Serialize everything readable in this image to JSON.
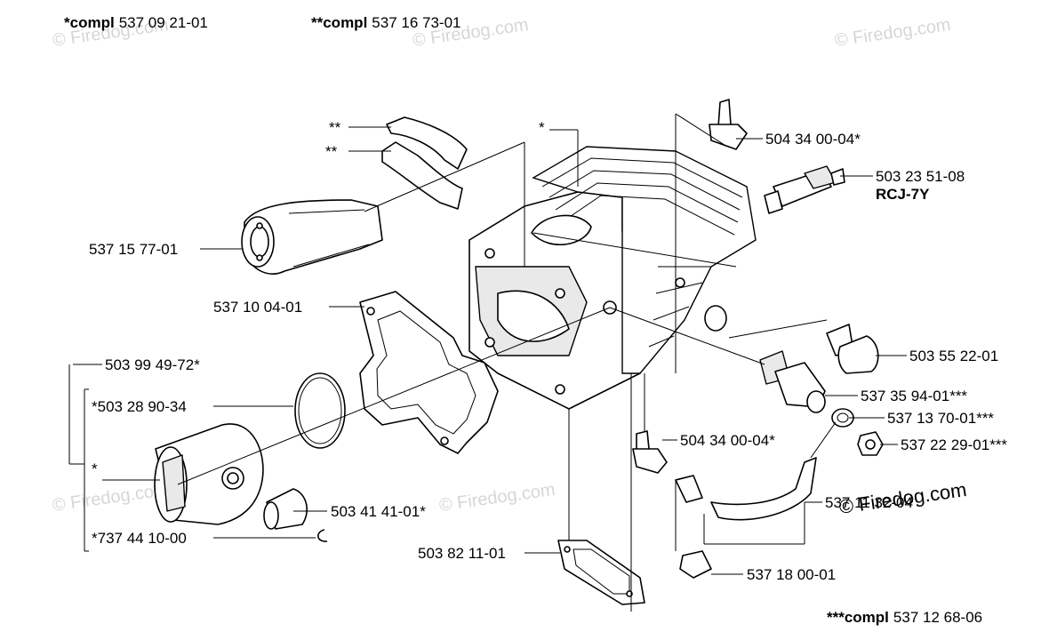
{
  "headers": {
    "compl1_prefix": "*compl",
    "compl1_number": "537 09 21-01",
    "compl2_prefix": "**compl",
    "compl2_number": "537 16 73-01",
    "compl3_prefix": "***compl",
    "compl3_number": "537 12 68-06"
  },
  "watermarks": {
    "text": "© Firedog.com",
    "overlay": "© Firedog.com"
  },
  "labels": {
    "clip_a": "**",
    "clip_b": "**",
    "cylinder_star": "*",
    "intake": "537 15 77-01",
    "gasket": "537 10 04-01",
    "piston_kit": "503 99 49-72*",
    "ring": "*503 28 90-34",
    "piston_star": "*",
    "bearing": "503 41 41-01*",
    "circlip": "*737 44 10-00",
    "decomp_top": "504 34 00-04*",
    "spark_plug": "503 23 51-08",
    "spark_plug_type": "RCJ-7Y",
    "valve": "503 55 22-01",
    "fitting": "537 35 94-01***",
    "washer": "537 13 70-01***",
    "nut": "537 22 29-01***",
    "elbow": "504 34 00-04*",
    "hose": "537 11 32-04",
    "plate_gasket": "503 82 11-01",
    "plug": "537 18 00-01"
  },
  "colors": {
    "ink": "#000000",
    "watermark": "#d6d6d6",
    "part_shade": "#e9e9e9"
  }
}
